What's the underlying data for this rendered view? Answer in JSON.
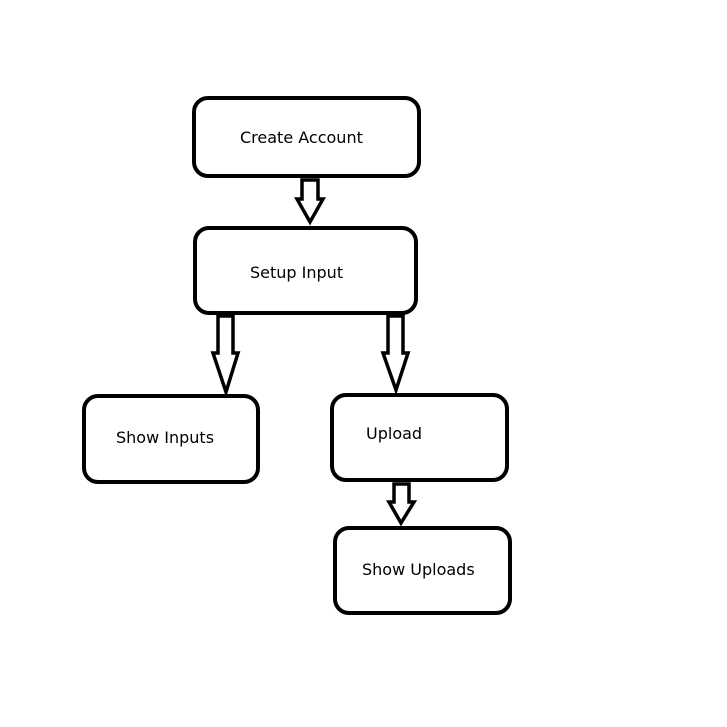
{
  "diagram": {
    "nodes": {
      "create_account": "Create Account",
      "setup_input": "Setup Input",
      "show_inputs": "Show Inputs",
      "upload": "Upload",
      "show_uploads": "Show Uploads"
    },
    "edges": [
      {
        "from": "Create Account",
        "to": "Setup Input"
      },
      {
        "from": "Setup Input",
        "to": "Show Inputs"
      },
      {
        "from": "Setup Input",
        "to": "Upload"
      },
      {
        "from": "Upload",
        "to": "Show Uploads"
      }
    ]
  }
}
